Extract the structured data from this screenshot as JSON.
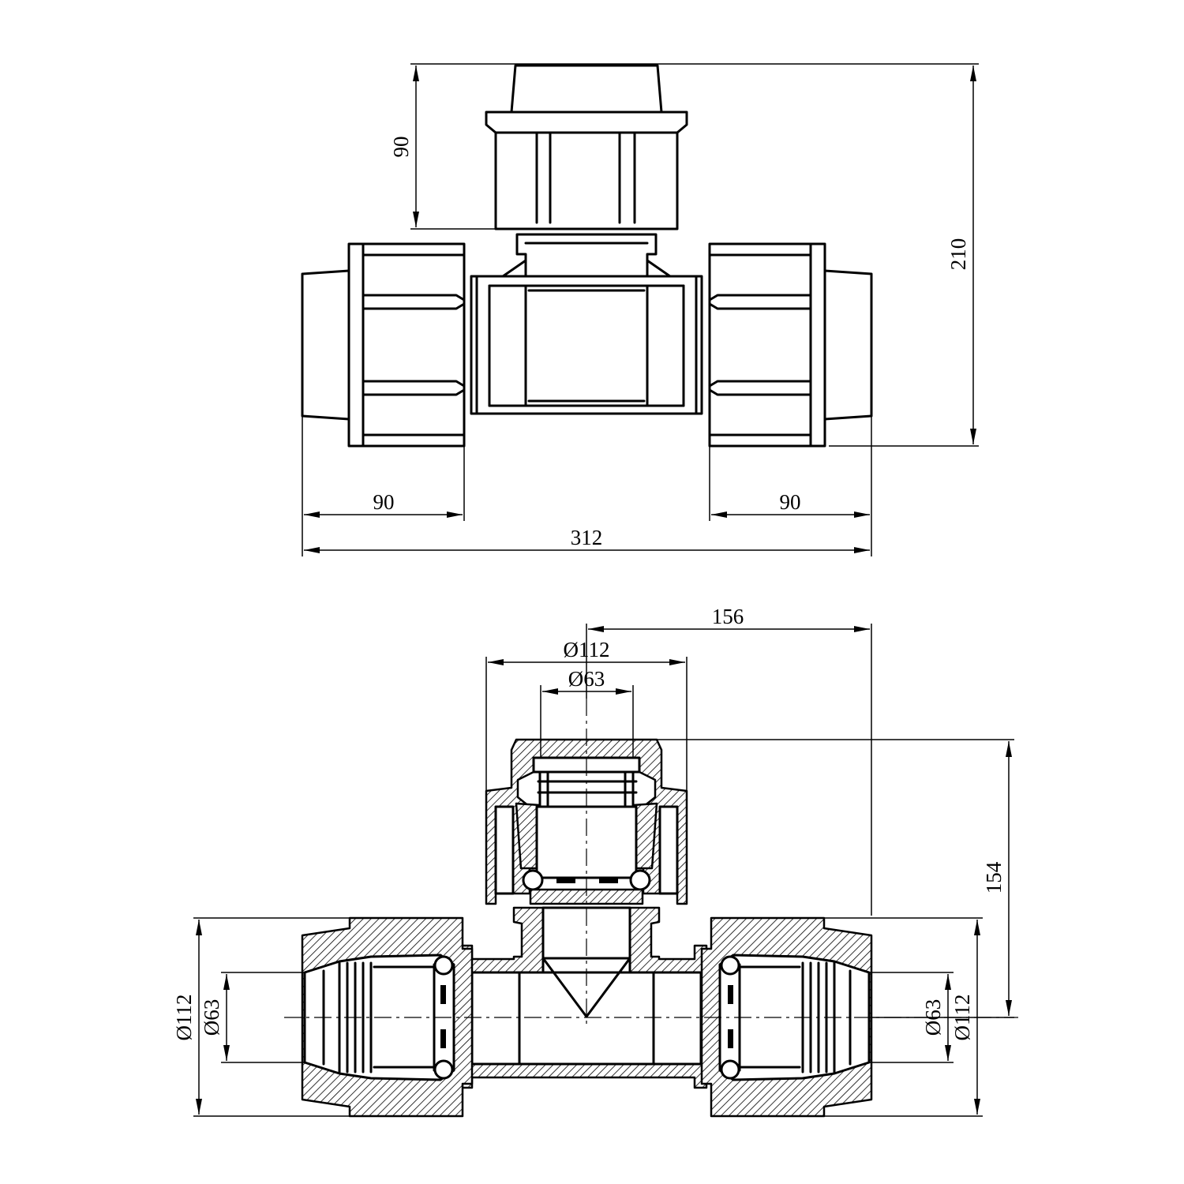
{
  "top_view": {
    "dim_branch_height": "90",
    "dim_total_height": "210",
    "dim_left_length": "90",
    "dim_right_length": "90",
    "dim_total_length": "312"
  },
  "section_view": {
    "dim_center_to_end": "156",
    "dim_branch_outer_dia": "Ø112",
    "dim_branch_inner_dia": "Ø63",
    "dim_branch_height": "154",
    "dim_left_outer_dia": "Ø112",
    "dim_left_inner_dia": "Ø63",
    "dim_right_inner_dia": "Ø63",
    "dim_right_outer_dia": "Ø112"
  }
}
